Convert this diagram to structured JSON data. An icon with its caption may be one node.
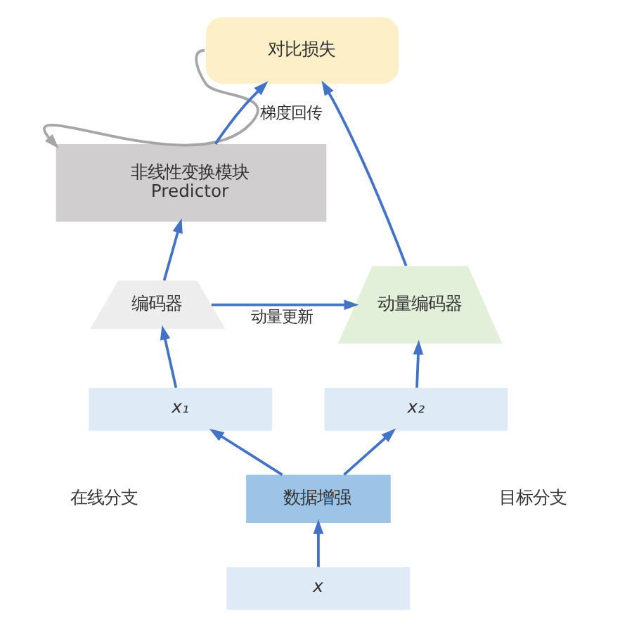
{
  "diagram": {
    "nodes": [
      {
        "text": [
          "对比损失"
        ]
      },
      {
        "text": [
          "非线性变换模块",
          "Predictor"
        ]
      },
      {
        "text": [
          "编码器"
        ]
      },
      {
        "text": [
          "动量编码器"
        ]
      },
      {
        "text": [
          "x₁"
        ]
      },
      {
        "text": [
          "x₂"
        ]
      },
      {
        "text": [
          "数据增强"
        ]
      },
      {
        "text": [
          "x"
        ]
      }
    ],
    "edges": [
      {
        "from": 1,
        "to": 0,
        "arrow": "to"
      },
      {
        "from": 3,
        "to": 0,
        "arrow": "to"
      },
      {
        "from": 0,
        "to": 1,
        "arrow": "to",
        "label": "梯度回传",
        "color": "#a6a6a6"
      },
      {
        "from": 2,
        "to": 1,
        "arrow": "to"
      },
      {
        "from": 2,
        "to": 3,
        "arrow": "to",
        "label": "动量更新"
      },
      {
        "from": 4,
        "to": 2,
        "arrow": "to"
      },
      {
        "from": 5,
        "to": 3,
        "arrow": "to"
      },
      {
        "from": 6,
        "to": 4,
        "arrow": "to"
      },
      {
        "from": 6,
        "to": 5,
        "arrow": "to"
      },
      {
        "from": 7,
        "to": 6,
        "arrow": "to"
      }
    ],
    "labels": [
      "在线分支",
      "目标分支"
    ]
  }
}
